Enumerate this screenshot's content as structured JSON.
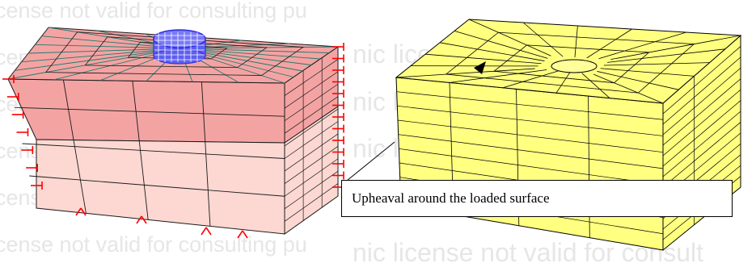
{
  "watermark": {
    "left_text": "cense not valid for consulting pu",
    "right_text": "nic license not valid for consult",
    "color": "#e6e6e6"
  },
  "left_model": {
    "colors": {
      "top_layer": "#f4a3a3",
      "bottom_layer": "#fdd8d2",
      "mesh_lines": "#1a1a1a",
      "mesh_top": "#1f7a6e",
      "supports": "#ff0000",
      "footing": "#2a2ae0"
    }
  },
  "right_model": {
    "colors": {
      "fill": "#ffff80",
      "mesh_lines": "#000000"
    }
  },
  "callout": {
    "text": "Upheaval around the loaded surface"
  }
}
